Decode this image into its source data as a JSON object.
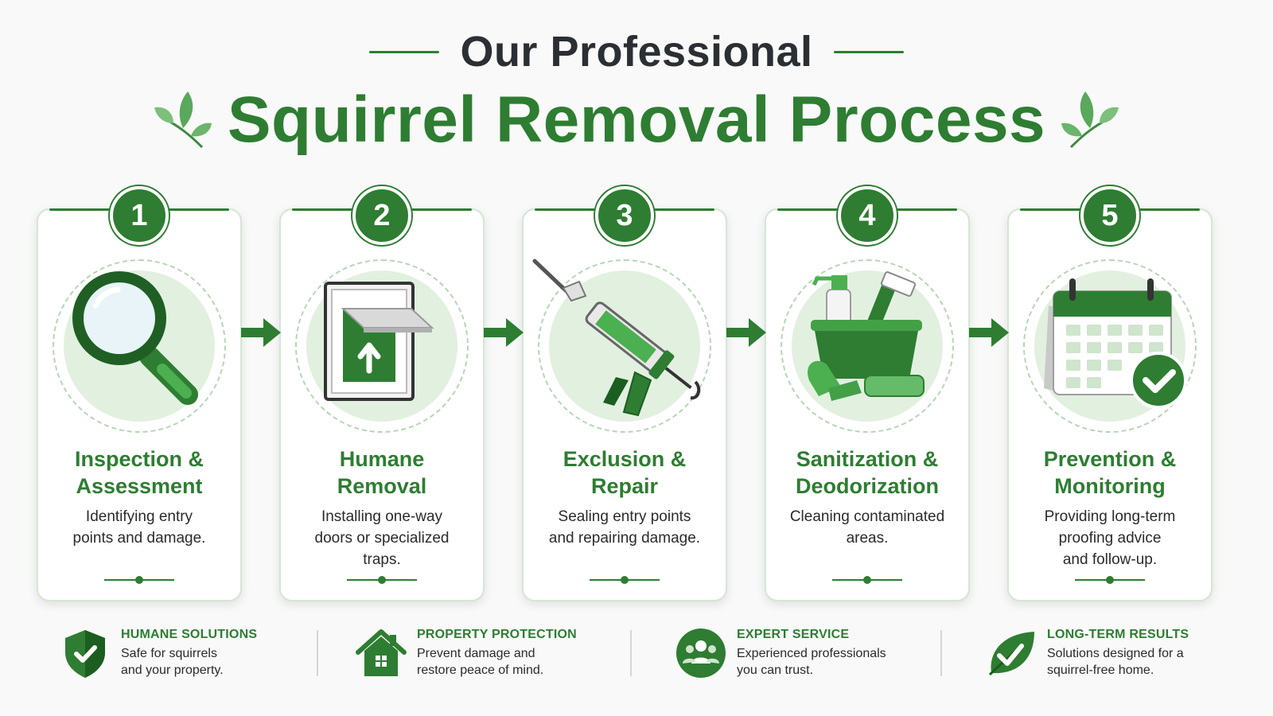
{
  "header": {
    "pre_title": "Our Professional",
    "title": "Squirrel Removal Process"
  },
  "steps": [
    {
      "number": "1",
      "icon": "magnifying-glass-icon",
      "title_lines": [
        "Inspection &",
        "Assessment"
      ],
      "desc_lines": [
        "Identifying entry",
        "points and damage."
      ]
    },
    {
      "number": "2",
      "icon": "one-way-door-icon",
      "title_lines": [
        "Humane",
        "Removal"
      ],
      "desc_lines": [
        "Installing one-way",
        "doors or specialized",
        "traps."
      ]
    },
    {
      "number": "3",
      "icon": "caulk-gun-icon",
      "title_lines": [
        "Exclusion &",
        "Repair"
      ],
      "desc_lines": [
        "Sealing entry points",
        "and repairing damage."
      ]
    },
    {
      "number": "4",
      "icon": "cleaning-bucket-icon",
      "title_lines": [
        "Sanitization &",
        "Deodorization"
      ],
      "desc_lines": [
        "Cleaning contaminated",
        "areas."
      ]
    },
    {
      "number": "5",
      "icon": "calendar-check-icon",
      "title_lines": [
        "Prevention &",
        "Monitoring"
      ],
      "desc_lines": [
        "Providing long-term",
        "proofing advice",
        "and follow-up."
      ]
    }
  ],
  "features": [
    {
      "icon": "shield-check-icon",
      "title": "HUMANE SOLUTIONS",
      "desc_lines": [
        "Safe for squirrels",
        "and your property."
      ]
    },
    {
      "icon": "house-icon",
      "title": "PROPERTY PROTECTION",
      "desc_lines": [
        "Prevent damage and",
        "restore peace of mind."
      ]
    },
    {
      "icon": "people-icon",
      "title": "EXPERT SERVICE",
      "desc_lines": [
        "Experienced professionals",
        "you can trust."
      ]
    },
    {
      "icon": "leaf-check-icon",
      "title": "LONG-TERM RESULTS",
      "desc_lines": [
        "Solutions designed for a",
        "squirrel-free home."
      ]
    }
  ],
  "colors": {
    "brand_green": "#2e7d32",
    "light_green": "#e2f0e0",
    "heading_dark": "#2b2f33",
    "background": "#f8f9f8"
  }
}
